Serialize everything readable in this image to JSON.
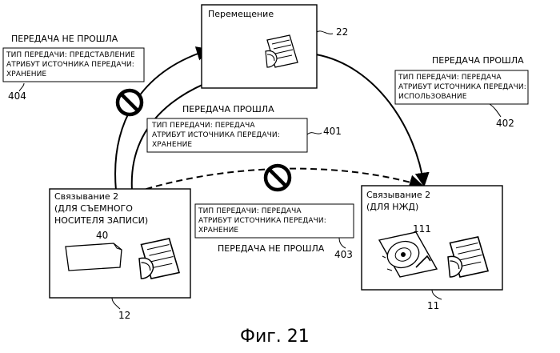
{
  "nodes": {
    "move": {
      "title": "Перемещение",
      "ref": "22"
    },
    "removable": {
      "title_lines": [
        "Связывание 2",
        "(ДЛЯ СЪЕМНОГО",
        "НОСИТЕЛЯ ЗАПИСИ)"
      ],
      "ref": "12",
      "media_ref": "40"
    },
    "hdd": {
      "title_lines": [
        "Связывание 2",
        "(ДЛЯ НЖД)"
      ],
      "ref": "11",
      "disk_ref": "111"
    }
  },
  "transfers": {
    "t404": {
      "status": "ПЕРЕДАЧА НЕ ПРОШЛА",
      "lines": [
        "ТИП ПЕРЕДАЧИ: ПРЕДСТАВЛЕНИЕ",
        "АТРИБУТ ИСТОЧНИКА ПЕРЕДАЧИ:",
        "ХРАНЕНИЕ"
      ],
      "ref": "404"
    },
    "t401": {
      "status": "ПЕРЕДАЧА ПРОШЛА",
      "lines": [
        "ТИП ПЕРЕДАЧИ: ПЕРЕДАЧА",
        "АТРИБУТ ИСТОЧНИКА ПЕРЕДАЧИ:",
        "ХРАНЕНИЕ"
      ],
      "ref": "401"
    },
    "t402": {
      "status": "ПЕРЕДАЧА ПРОШЛА",
      "lines": [
        "ТИП ПЕРЕДАЧИ: ПЕРЕДАЧА",
        "АТРИБУТ ИСТОЧНИКА ПЕРЕДАЧИ:",
        "ИСПОЛЬЗОВАНИЕ"
      ],
      "ref": "402"
    },
    "t403": {
      "status": "ПЕРЕДАЧА НЕ ПРОШЛА",
      "lines": [
        "ТИП ПЕРЕДАЧИ: ПЕРЕДАЧА",
        "АТРИБУТ ИСТОЧНИКА ПЕРЕДАЧИ:",
        "ХРАНЕНИЕ"
      ],
      "ref": "403"
    }
  },
  "figure": {
    "caption": "Фиг. 21"
  },
  "icons": [
    "document-icon",
    "prohibited-icon",
    "media-card-icon",
    "hard-disk-icon"
  ]
}
